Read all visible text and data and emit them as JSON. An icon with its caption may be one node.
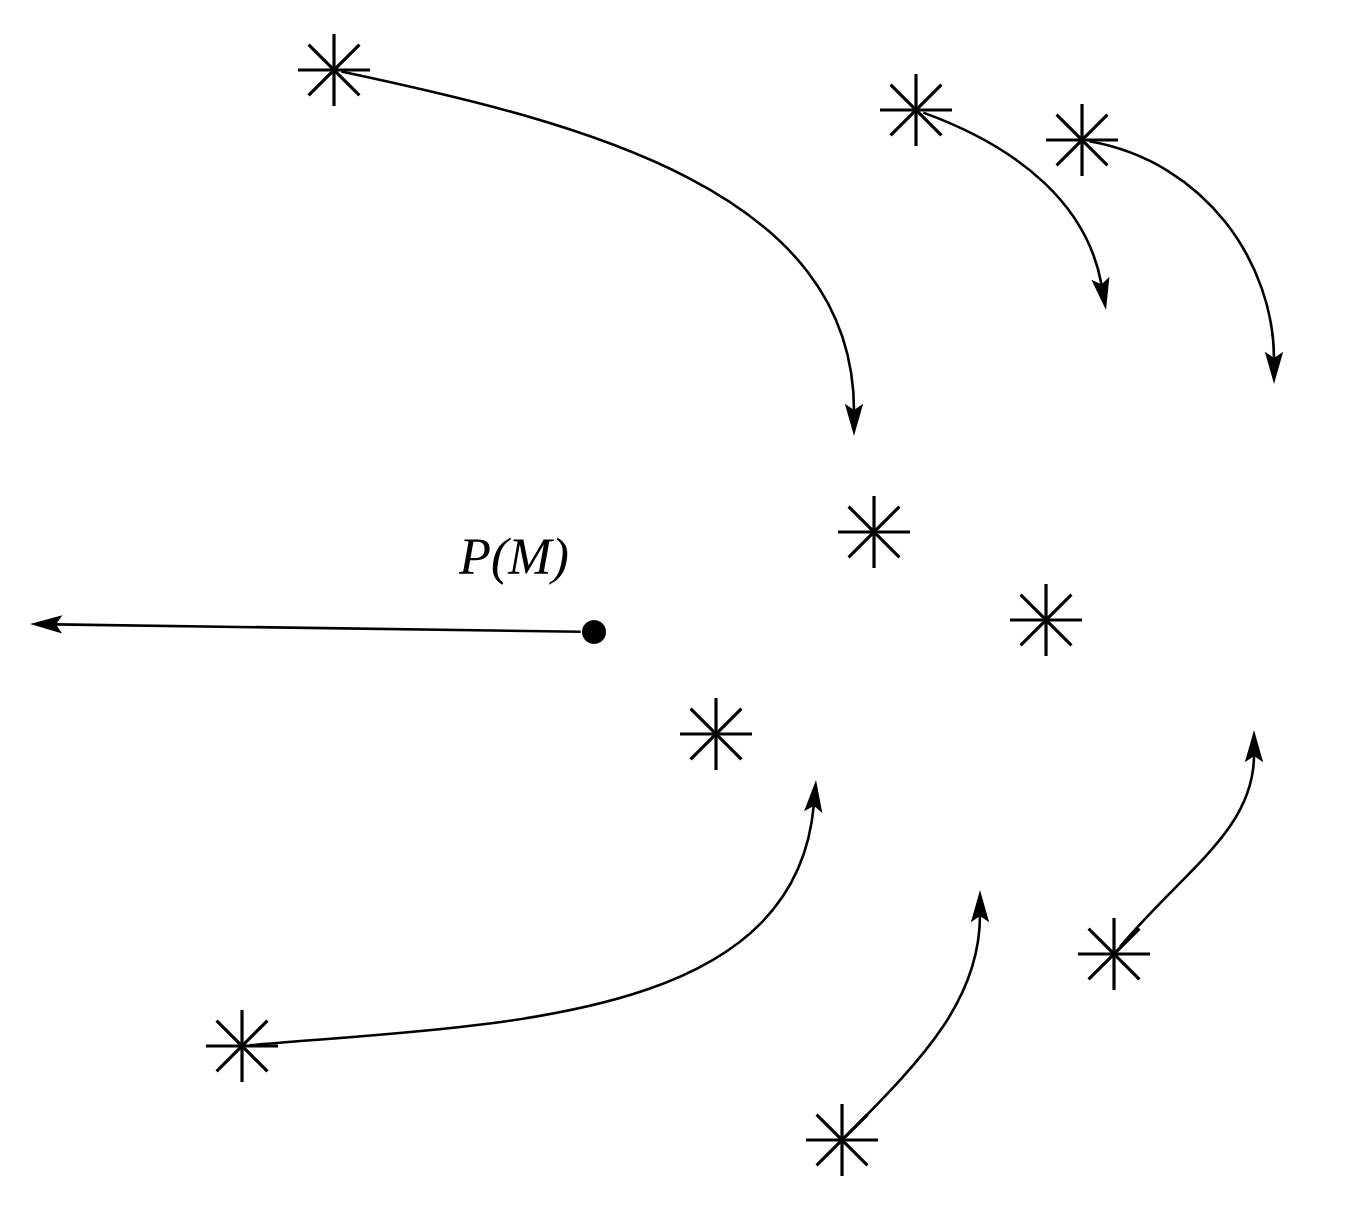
{
  "diagram": {
    "nodes": [
      {
        "text": [],
        "shape": "star"
      },
      {
        "text": [],
        "shape": "star"
      },
      {
        "text": [],
        "shape": "star"
      },
      {
        "text": [],
        "shape": "star"
      },
      {
        "text": [],
        "shape": "star"
      },
      {
        "text": [],
        "shape": "circle",
        "beside": [
          "P(M)"
        ]
      },
      {
        "text": [],
        "shape": "star"
      },
      {
        "text": [],
        "shape": "star"
      },
      {
        "text": [],
        "shape": "star"
      },
      {
        "text": [],
        "shape": "star"
      }
    ],
    "edges": [
      {
        "from": 0,
        "to": null,
        "arrow": "to"
      },
      {
        "from": 1,
        "to": null,
        "arrow": "to"
      },
      {
        "from": 2,
        "to": null,
        "arrow": "to"
      },
      {
        "from": 5,
        "to": null,
        "arrow": "to"
      },
      {
        "from": 7,
        "to": null,
        "arrow": "to"
      },
      {
        "from": 8,
        "to": null,
        "arrow": "to"
      },
      {
        "from": 9,
        "to": null,
        "arrow": "to"
      }
    ]
  }
}
